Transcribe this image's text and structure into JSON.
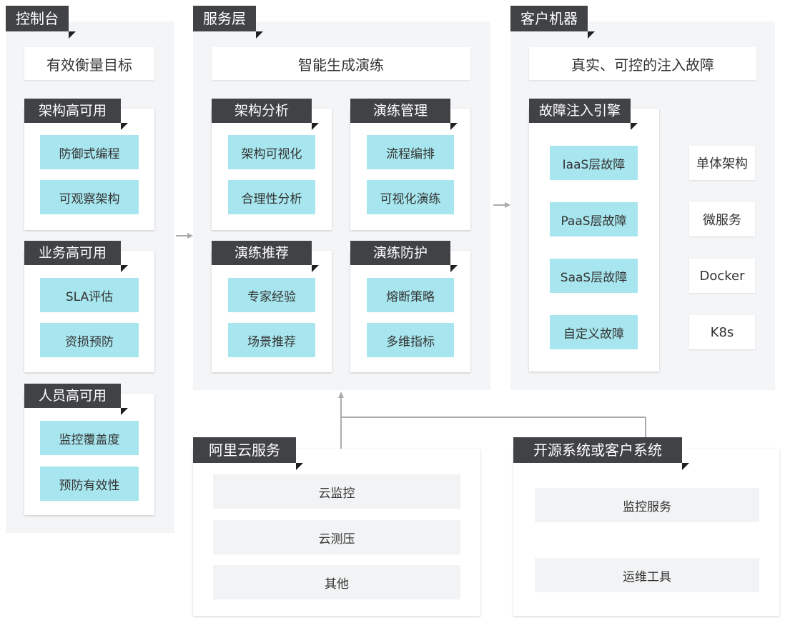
{
  "console": {
    "title": "控制台",
    "goal": "有效衡量目标",
    "groups": [
      {
        "title": "架构高可用",
        "items": [
          "防御式编程",
          "可观察架构"
        ]
      },
      {
        "title": "业务高可用",
        "items": [
          "SLA评估",
          "资损预防"
        ]
      },
      {
        "title": "人员高可用",
        "items": [
          "监控覆盖度",
          "预防有效性"
        ]
      }
    ]
  },
  "service": {
    "title": "服务层",
    "headline": "智能生成演练",
    "groups": [
      {
        "title": "架构分析",
        "items": [
          "架构可视化",
          "合理性分析"
        ]
      },
      {
        "title": "演练管理",
        "items": [
          "流程编排",
          "可视化演练"
        ]
      },
      {
        "title": "演练推荐",
        "items": [
          "专家经验",
          "场景推荐"
        ]
      },
      {
        "title": "演练防护",
        "items": [
          "熔断策略",
          "多维指标"
        ]
      }
    ]
  },
  "customer": {
    "title": "客户机器",
    "headline": "真实、可控的注入故障",
    "engine": {
      "title": "故障注入引擎",
      "items": [
        "IaaS层故障",
        "PaaS层故障",
        "SaaS层故障",
        "自定义故障"
      ]
    },
    "targets": [
      "单体架构",
      "微服务",
      "Docker",
      "K8s"
    ]
  },
  "aliyun": {
    "title": "阿里云服务",
    "items": [
      "云监控",
      "云测压",
      "其他"
    ]
  },
  "opensource": {
    "title": "开源系统或客户系统",
    "items": [
      "监控服务",
      "运维工具"
    ]
  }
}
